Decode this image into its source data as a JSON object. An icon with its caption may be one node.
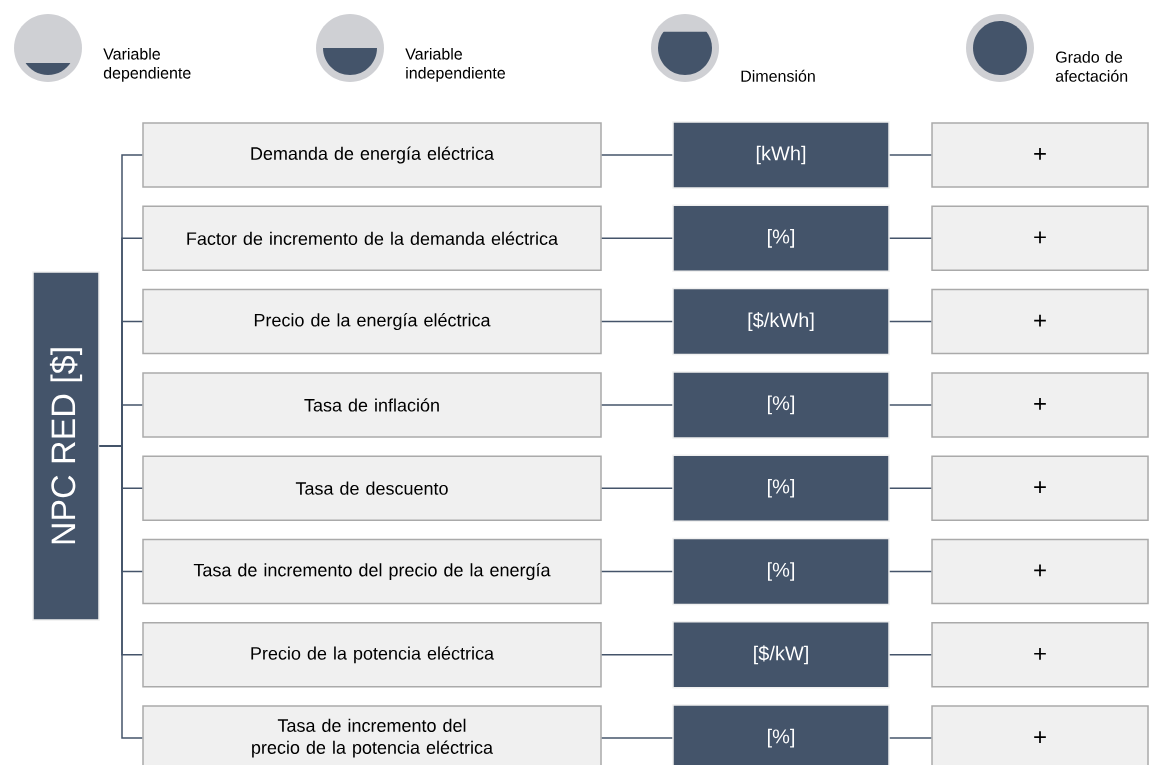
{
  "diagram": {
    "nodes": [
      {
        "text": [
          "NPC RED [$]"
        ]
      },
      {
        "text": [
          "Demanda de energía eléctrica"
        ]
      },
      {
        "text": [
          "[kWh]"
        ]
      },
      {
        "text": [
          "+"
        ]
      },
      {
        "text": [
          "Factor de incremento de la demanda eléctrica"
        ]
      },
      {
        "text": [
          "[%]"
        ]
      },
      {
        "text": [
          "+"
        ]
      },
      {
        "text": [
          "Precio de la energía eléctrica"
        ]
      },
      {
        "text": [
          "[$/kWh]"
        ]
      },
      {
        "text": [
          "+"
        ]
      },
      {
        "text": [
          "Tasa de inflación"
        ]
      },
      {
        "text": [
          "[%]"
        ]
      },
      {
        "text": [
          "+"
        ]
      },
      {
        "text": [
          "Tasa de descuento"
        ]
      },
      {
        "text": [
          "[%]"
        ]
      },
      {
        "text": [
          "+"
        ]
      },
      {
        "text": [
          "Tasa de incremento del precio de la energía"
        ]
      },
      {
        "text": [
          "[%]"
        ]
      },
      {
        "text": [
          "+"
        ]
      },
      {
        "text": [
          "Precio de la potencia eléctrica"
        ]
      },
      {
        "text": [
          "[$/kW]"
        ]
      },
      {
        "text": [
          "+"
        ]
      },
      {
        "text": [
          "Tasa de incremento del precio de la potencia eléctrica"
        ]
      },
      {
        "text": [
          "[%]"
        ]
      },
      {
        "text": [
          "+"
        ]
      }
    ],
    "edges": [
      {
        "from": 0,
        "to": 1,
        "arrow": "none"
      },
      {
        "from": 1,
        "to": 2,
        "arrow": "none"
      },
      {
        "from": 2,
        "to": 3,
        "arrow": "none"
      },
      {
        "from": 0,
        "to": 4,
        "arrow": "none"
      },
      {
        "from": 4,
        "to": 5,
        "arrow": "none"
      },
      {
        "from": 5,
        "to": 6,
        "arrow": "none"
      },
      {
        "from": 0,
        "to": 7,
        "arrow": "none"
      },
      {
        "from": 7,
        "to": 8,
        "arrow": "none"
      },
      {
        "from": 8,
        "to": 9,
        "arrow": "none"
      },
      {
        "from": 0,
        "to": 10,
        "arrow": "none"
      },
      {
        "from": 10,
        "to": 11,
        "arrow": "none"
      },
      {
        "from": 11,
        "to": 12,
        "arrow": "none"
      },
      {
        "from": 0,
        "to": 13,
        "arrow": "none"
      },
      {
        "from": 13,
        "to": 14,
        "arrow": "none"
      },
      {
        "from": 14,
        "to": 15,
        "arrow": "none"
      },
      {
        "from": 0,
        "to": 16,
        "arrow": "none"
      },
      {
        "from": 16,
        "to": 17,
        "arrow": "none"
      },
      {
        "from": 17,
        "to": 18,
        "arrow": "none"
      },
      {
        "from": 0,
        "to": 19,
        "arrow": "none"
      },
      {
        "from": 19,
        "to": 20,
        "arrow": "none"
      },
      {
        "from": 20,
        "to": 21,
        "arrow": "none"
      },
      {
        "from": 0,
        "to": 22,
        "arrow": "none"
      },
      {
        "from": 22,
        "to": 23,
        "arrow": "none"
      },
      {
        "from": 23,
        "to": 24,
        "arrow": "none"
      }
    ],
    "legend": [
      {
        "text": "Variable dependiente"
      },
      {
        "text": "Variable independiente"
      },
      {
        "text": "Dimensión"
      },
      {
        "text": "Grado de afectación"
      }
    ]
  }
}
